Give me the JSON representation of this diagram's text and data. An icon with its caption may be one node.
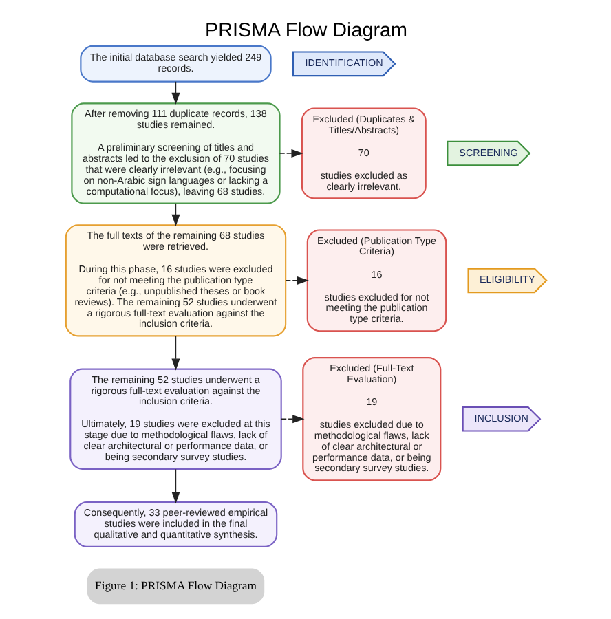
{
  "diagram": {
    "title": "PRISMA Flow Diagram",
    "caption": "Figure 1: PRISMA Flow Diagram",
    "nodes": [
      {
        "text": [
          "IDENTIFICATION"
        ]
      },
      {
        "text": [
          "SCREENING"
        ]
      },
      {
        "text": [
          "ELIGIBILITY"
        ]
      },
      {
        "text": [
          "INCLUSION"
        ]
      },
      {
        "text": [
          "The initial database search yielded 249 records."
        ]
      },
      {
        "text": [
          "After removing 111 duplicate records, 138 studies remained.",
          "A preliminary screening of titles and abstracts led to the exclusion of 70 studies that were clearly irrelevant (e.g., focusing on non-Arabic sign languages or lacking a computational focus), leaving 68 studies."
        ]
      },
      {
        "text": [
          "Excluded (Duplicates & Titles/Abstracts)",
          "70",
          "studies excluded as clearly irrelevant."
        ]
      },
      {
        "text": [
          "The full texts of the remaining 68 studies were retrieved.",
          "During this phase, 16 studies were excluded for not meeting the publication type criteria (e.g., unpublished theses or book reviews). The remaining 52 studies underwent a rigorous full-text evaluation against the inclusion criteria."
        ]
      },
      {
        "text": [
          "Excluded (Publication Type Criteria)",
          "16",
          "studies excluded for not meeting the publication type criteria."
        ]
      },
      {
        "text": [
          "The remaining 52 studies underwent a rigorous full-text evaluation against the inclusion criteria.",
          "Ultimately, 19 studies were excluded at this stage due to methodological flaws, lack of clear architectural or performance data, or being secondary survey studies."
        ]
      },
      {
        "text": [
          "Excluded (Full-Text Evaluation)",
          "19",
          "studies excluded due to methodological flaws, lack of clear architectural or performance data, or being secondary survey studies."
        ]
      },
      {
        "text": [
          "Consequently, 33 peer-reviewed empirical studies were included in the final qualitative and quantitative synthesis."
        ]
      }
    ],
    "edges": [
      {
        "from": 4,
        "to": 5,
        "arrow": "to"
      },
      {
        "from": 5,
        "to": 6,
        "arrow": "to",
        "style": "dashed"
      },
      {
        "from": 5,
        "to": 7,
        "arrow": "to"
      },
      {
        "from": 7,
        "to": 8,
        "arrow": "to",
        "style": "dashed"
      },
      {
        "from": 7,
        "to": 9,
        "arrow": "to"
      },
      {
        "from": 9,
        "to": 10,
        "arrow": "to",
        "style": "dashed"
      },
      {
        "from": 9,
        "to": 11,
        "arrow": "to"
      }
    ]
  }
}
